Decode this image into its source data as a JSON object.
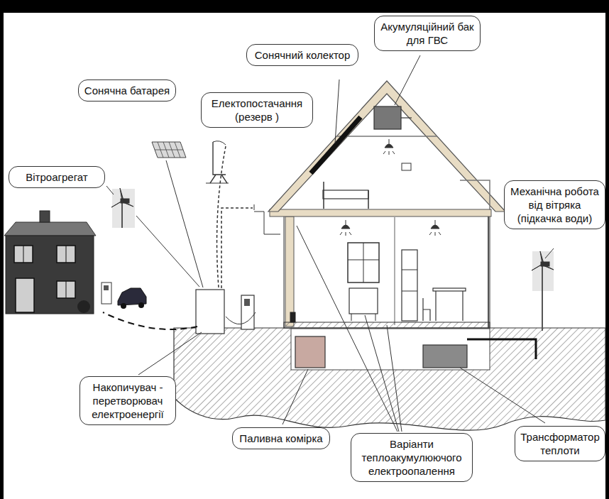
{
  "diagram": {
    "nodes": [
      {
        "text": [
          "Акумуляційний бак для ГВС"
        ]
      },
      {
        "text": [
          "Сонячний колектор"
        ]
      },
      {
        "text": [
          "Сонячна батарея"
        ]
      },
      {
        "text": [
          "Електопостачання (резерв )"
        ]
      },
      {
        "text": [
          "Вітроагрегат"
        ]
      },
      {
        "text": [
          "Механічна робота від вітряка (підкачка води)"
        ]
      },
      {
        "text": [
          "Накопичувач - перетворювач електроенергії"
        ]
      },
      {
        "text": [
          "Паливна комірка"
        ]
      },
      {
        "text": [
          "Варіанти теплоакумулюючого електроопалення"
        ]
      },
      {
        "text": [
          "Трансформатор теплоти"
        ]
      }
    ]
  }
}
